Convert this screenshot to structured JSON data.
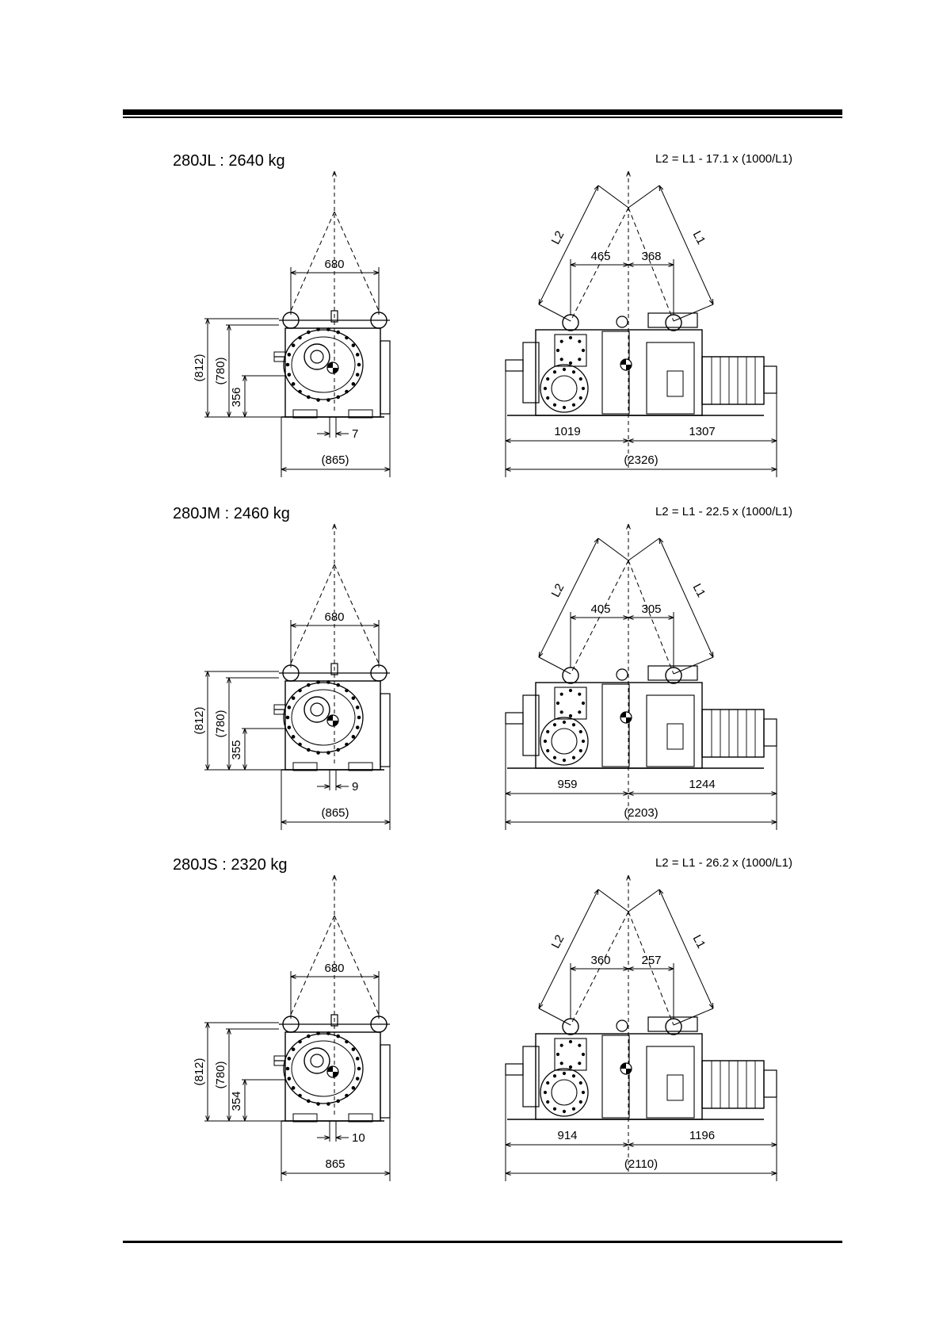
{
  "sections": [
    {
      "title": "280JL : 2640 kg",
      "formula": "L2 = L1 - 17.1 x (1000/L1)",
      "dims": {
        "eye_spacing": "680",
        "overall_height": "(812)",
        "body_height": "(780)",
        "shaft_height": "356",
        "offset": "7",
        "width": "(865)",
        "left_dist": "465",
        "right_dist": "368",
        "length_left": "1019",
        "length_right": "1307",
        "overall_length": "(2326)",
        "sling_left": "L2",
        "sling_right": "L1"
      }
    },
    {
      "title": "280JM : 2460 kg",
      "formula": "L2 = L1 - 22.5 x (1000/L1)",
      "dims": {
        "eye_spacing": "680",
        "overall_height": "(812)",
        "body_height": "(780)",
        "shaft_height": "355",
        "offset": "9",
        "width": "(865)",
        "left_dist": "405",
        "right_dist": "305",
        "length_left": "959",
        "length_right": "1244",
        "overall_length": "(2203)",
        "sling_left": "L2",
        "sling_right": "L1"
      }
    },
    {
      "title": "280JS : 2320 kg",
      "formula": "L2 = L1 - 26.2 x (1000/L1)",
      "dims": {
        "eye_spacing": "680",
        "overall_height": "(812)",
        "body_height": "(780)",
        "shaft_height": "354",
        "offset": "10",
        "width": "865",
        "left_dist": "360",
        "right_dist": "257",
        "length_left": "914",
        "length_right": "1196",
        "overall_length": "(2110)",
        "sling_left": "L2",
        "sling_right": "L1"
      }
    }
  ]
}
